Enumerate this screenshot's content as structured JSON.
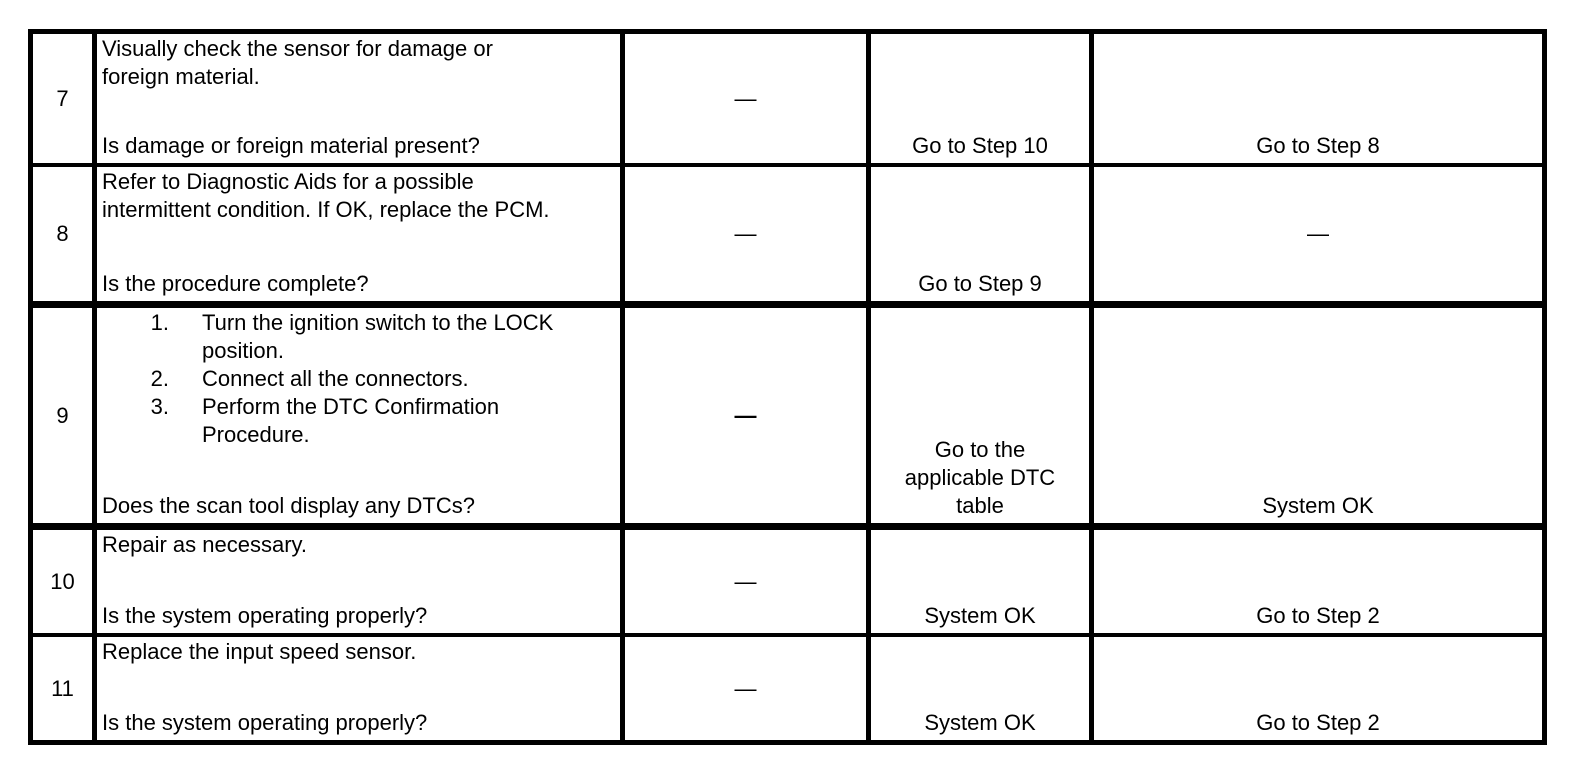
{
  "table": {
    "rows": [
      {
        "step": "7",
        "action": "Visually check the sensor for damage or\nforeign material.",
        "question": "Is damage or foreign material present?",
        "value": "—",
        "yes": "Go to Step 10",
        "no": "Go to Step 8"
      },
      {
        "step": "8",
        "action": "Refer to Diagnostic Aids for a possible\nintermittent condition. If OK, replace the PCM.",
        "question": "Is the procedure complete?",
        "value": "—",
        "yes": "Go to Step 9",
        "no": "—"
      },
      {
        "step": "9",
        "list": [
          {
            "num": "1.",
            "text": "Turn the ignition switch to the LOCK\nposition."
          },
          {
            "num": "2.",
            "text": "Connect all the connectors."
          },
          {
            "num": "3.",
            "text": "Perform the DTC Confirmation\nProcedure."
          }
        ],
        "question": "Does the scan tool display any DTCs?",
        "value": "—",
        "yes": "Go to the\napplicable DTC\ntable",
        "no": "System OK"
      },
      {
        "step": "10",
        "action": "Repair as necessary.",
        "question": "Is the system operating properly?",
        "value": "—",
        "yes": "System OK",
        "no": "Go to Step 2"
      },
      {
        "step": "11",
        "action": "Replace the input speed sensor.",
        "question": "Is the system operating properly?",
        "value": "—",
        "yes": "System OK",
        "no": "Go to Step 2"
      }
    ]
  }
}
